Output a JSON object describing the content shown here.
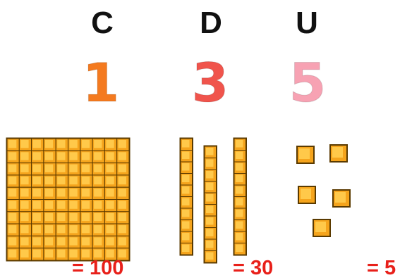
{
  "columns": [
    {
      "key": "centenas",
      "header": "C",
      "digit": "1",
      "digit_color": "#f47a1f",
      "total": "= 100",
      "blocks": 1
    },
    {
      "key": "dezenas",
      "header": "D",
      "digit": "3",
      "digit_color": "#f0544c",
      "total": "= 30",
      "blocks": 3
    },
    {
      "key": "unidades",
      "header": "U",
      "digit": "5",
      "digit_color": "#f7a2b3",
      "total": "= 5",
      "blocks": 5
    }
  ],
  "colors": {
    "block_fill": "#f5a41c",
    "block_outline": "#5a3a00",
    "cell_highlight": "#ffc94a",
    "total_text": "#e8201a"
  }
}
